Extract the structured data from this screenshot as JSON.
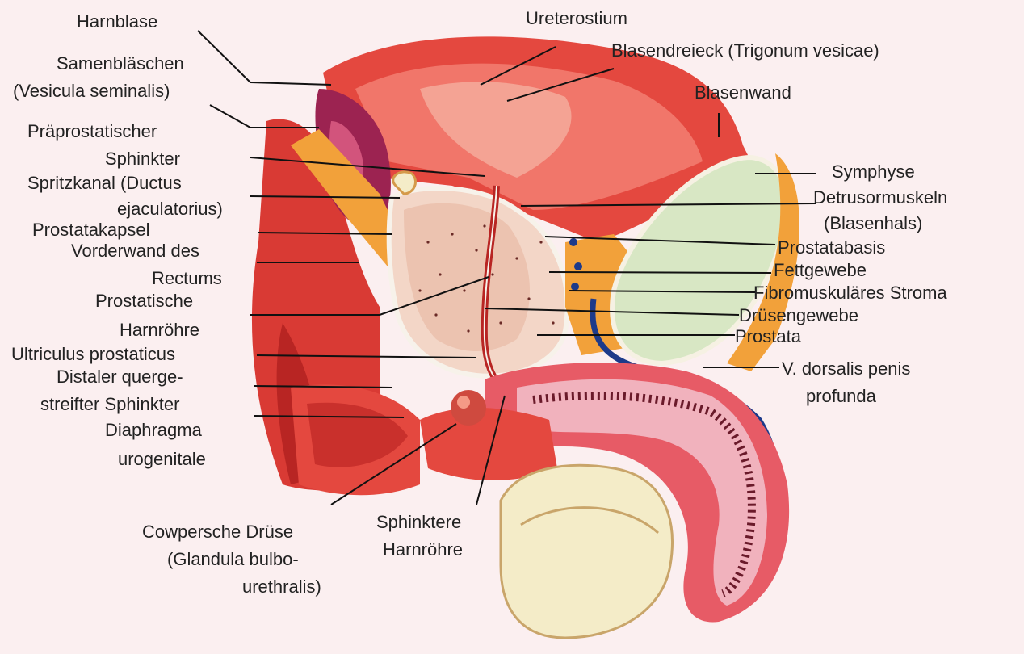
{
  "labels": {
    "harnblase": "Harnblase",
    "samenblaeschen_1": "Samenbläschen",
    "samenblaeschen_2": "(Vesicula seminalis)",
    "praeprostatisch_1": "Präprostatischer",
    "praeprostatisch_2": "Sphinkter",
    "spritzkanal_1": "Spritzkanal (Ductus",
    "spritzkanal_2": "ejaculatorius)",
    "prostatakapsel": "Prostatakapsel",
    "vorderwand_1": "Vorderwand des",
    "vorderwand_2": "Rectums",
    "prost_harnroehre_1": "Prostatische",
    "prost_harnroehre_2": "Harnröhre",
    "ultriculus": "Ultriculus prostaticus",
    "distaler_1": "Distaler querge-",
    "distaler_2": "streifter Sphinkter",
    "diaphragma_1": "Diaphragma",
    "diaphragma_2": "urogenitale",
    "cowper_1": "Cowpersche Drüse",
    "cowper_2": "(Glandula bulbo-",
    "cowper_3": "urethralis)",
    "sphinktere_1": "Sphinktere",
    "sphinktere_2": "Harnröhre",
    "ureterostium": "Ureterostium",
    "blasendreieck": "Blasendreieck (Trigonum vesicae)",
    "blasenwand": "Blasenwand",
    "symphyse": "Symphyse",
    "detrusor_1": "Detrusormuskeln",
    "detrusor_2": "(Blasenhals)",
    "prostatabasis": "Prostatabasis",
    "fettgewebe": "Fettgewebe",
    "fibromuskulaer": "Fibromuskuläres Stroma",
    "druesengewebe": "Drüsengewebe",
    "prostata": "Prostata",
    "vdorsalis_1": "V. dorsalis penis",
    "vdorsalis_2": "profunda"
  },
  "colors": {
    "background": "#fbeff0",
    "tissue_red": "#e4483f",
    "tissue_dark": "#b82523",
    "tissue_pink": "#f29a8e",
    "prostate_fill": "#f3d6c7",
    "fat_yellow": "#f2a13a",
    "symphyse_green": "#d8e7c4",
    "vein_blue": "#1d3a8a",
    "testis_cream": "#f4ecc8",
    "seminal_purple": "#9c2351",
    "leader_line": "#111111"
  }
}
